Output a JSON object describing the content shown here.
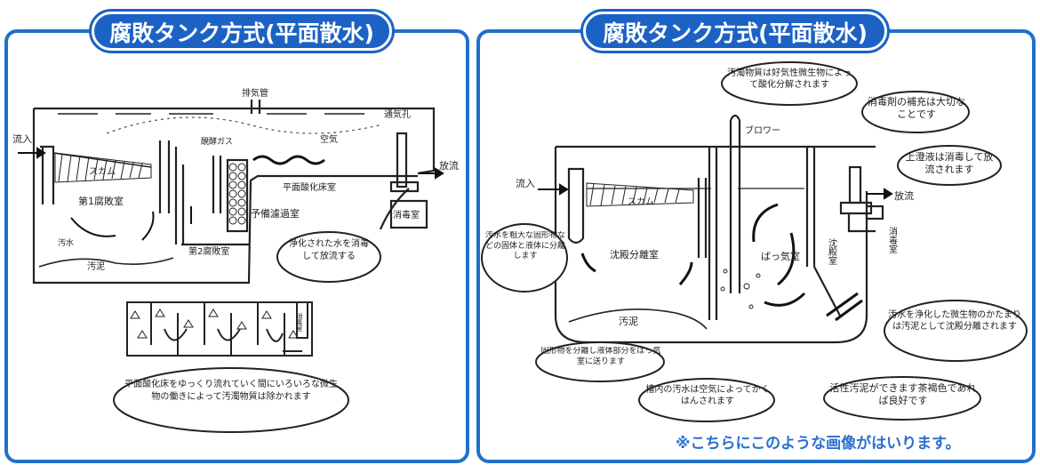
{
  "left": {
    "title": "腐敗タンク方式(平面散水)",
    "labels": {
      "vent_pipe": "排気管",
      "vent_hole": "通気孔",
      "inflow": "流入",
      "outflow": "放流",
      "scum": "スカム",
      "sludge": "汚泥",
      "gas": "醗酵ガス",
      "air": "空気",
      "first_decay": "第1腐敗室",
      "second_decay": "第2腐敗室",
      "pre_filter": "予備濾過室",
      "plane_oxidation": "平面酸化床室",
      "disinfect": "消毒室",
      "sewage": "汚水"
    },
    "callouts": {
      "disinfect_release": "浄化された水を消毒して放流する",
      "oxidation_bed": "平面酸化床をゆっくり流れていく間にいろいろな微生物の働きによって汚濁物質は除かれます"
    }
  },
  "right": {
    "title": "腐敗タンク方式(平面散水)",
    "labels": {
      "inflow": "流入",
      "outflow": "放流",
      "blower": "ブロワー",
      "scum": "スカム",
      "sludge": "汚泥",
      "sedimentation": "沈殿分離室",
      "aeration": "ばっ気室",
      "settling": "沈殿室",
      "disinfect": "消毒室"
    },
    "callouts": {
      "pollutant": "汚濁物質は好気性微生物によって酸化分解されます",
      "disinfectant": "消毒剤の補充は大切なことです",
      "supernatant": "上澄液は消毒して放流されます",
      "separate_solids": "汚水を粗大な固形物などの固体と液体に分離します",
      "settle_sludge": "汚水を浄化した微生物のかたまりは汚泥として沈殿分離されます",
      "solid_liquid": "固形物を分離し液体部分をばっ気室に送ります",
      "stirred": "槽内の汚水は空気によってかくはんされます",
      "activated_sludge": "活性汚泥ができます茶褐色であれば良好です"
    }
  },
  "footnote": "※こちらにこのような画像がはいります。"
}
